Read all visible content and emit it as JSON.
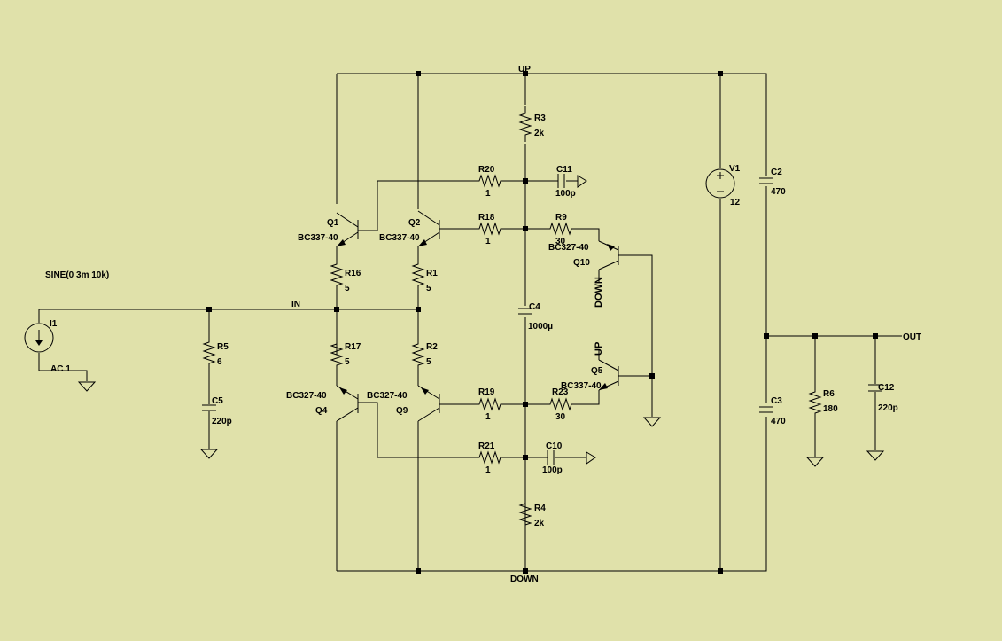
{
  "nets": {
    "up": "UP",
    "down": "DOWN",
    "in": "IN",
    "out": "OUT",
    "up_flag": "UP",
    "down_flag": "DOWN"
  },
  "components": {
    "I1": {
      "name": "I1",
      "value": "SINE(0 3m 10k)",
      "ac": "AC 1"
    },
    "V1": {
      "name": "V1",
      "value": "12"
    },
    "R3": {
      "name": "R3",
      "value": "2k"
    },
    "R4": {
      "name": "R4",
      "value": "2k"
    },
    "R20": {
      "name": "R20",
      "value": "1"
    },
    "R18": {
      "name": "R18",
      "value": "1"
    },
    "R19": {
      "name": "R19",
      "value": "1"
    },
    "R21": {
      "name": "R21",
      "value": "1"
    },
    "R9": {
      "name": "R9",
      "value": "30"
    },
    "R23": {
      "name": "R23",
      "value": "30"
    },
    "R16": {
      "name": "R16",
      "value": "5"
    },
    "R1": {
      "name": "R1",
      "value": "5"
    },
    "R17": {
      "name": "R17",
      "value": "5"
    },
    "R2": {
      "name": "R2",
      "value": "5"
    },
    "R5": {
      "name": "R5",
      "value": "6"
    },
    "R6": {
      "name": "R6",
      "value": "180"
    },
    "C11": {
      "name": "C11",
      "value": "100p"
    },
    "C10": {
      "name": "C10",
      "value": "100p"
    },
    "C4": {
      "name": "C4",
      "value": "1000µ"
    },
    "C5": {
      "name": "C5",
      "value": "220p"
    },
    "C12": {
      "name": "C12",
      "value": "220p"
    },
    "C2": {
      "name": "C2",
      "value": "470"
    },
    "C3": {
      "name": "C3",
      "value": "470"
    },
    "Q1": {
      "name": "Q1",
      "model": "BC337-40"
    },
    "Q2": {
      "name": "Q2",
      "model": "BC337-40"
    },
    "Q4": {
      "name": "Q4",
      "model": "BC327-40"
    },
    "Q9": {
      "name": "Q9",
      "model": "BC327-40"
    },
    "Q10": {
      "name": "Q10",
      "model": "BC327-40"
    },
    "Q5": {
      "name": "Q5",
      "model": "BC337-40"
    }
  },
  "colors": {
    "background": "#e0e1aa",
    "wire": "#000000"
  }
}
